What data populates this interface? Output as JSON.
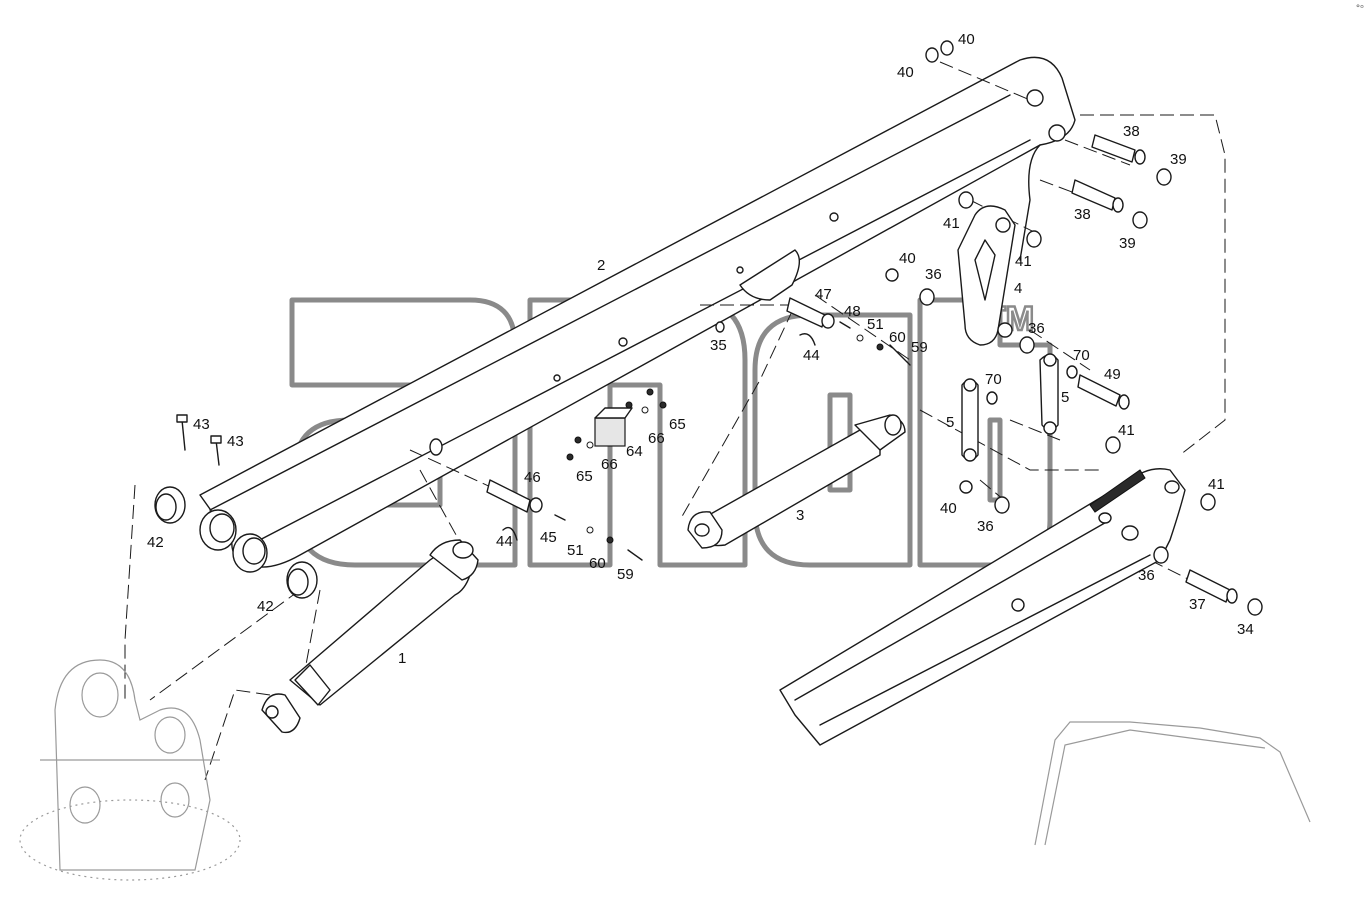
{
  "watermark": {
    "tm": "TM"
  },
  "corner_glyph": "°ᵒ",
  "callouts": [
    {
      "id": "c40a",
      "text": "40"
    },
    {
      "id": "c40b",
      "text": "40"
    },
    {
      "id": "c38a",
      "text": "38"
    },
    {
      "id": "c39a",
      "text": "39"
    },
    {
      "id": "c38b",
      "text": "38"
    },
    {
      "id": "c39b",
      "text": "39"
    },
    {
      "id": "c41a",
      "text": "41"
    },
    {
      "id": "c41b",
      "text": "41"
    },
    {
      "id": "c40c",
      "text": "40"
    },
    {
      "id": "c36a",
      "text": "36"
    },
    {
      "id": "c4",
      "text": "4"
    },
    {
      "id": "c36b",
      "text": "36"
    },
    {
      "id": "c70a",
      "text": "70"
    },
    {
      "id": "c49",
      "text": "49"
    },
    {
      "id": "c70b",
      "text": "70"
    },
    {
      "id": "c5a",
      "text": "5"
    },
    {
      "id": "c5b",
      "text": "5"
    },
    {
      "id": "c2",
      "text": "2"
    },
    {
      "id": "c47",
      "text": "47"
    },
    {
      "id": "c48",
      "text": "48"
    },
    {
      "id": "c51a",
      "text": "51"
    },
    {
      "id": "c60a",
      "text": "60"
    },
    {
      "id": "c59a",
      "text": "59"
    },
    {
      "id": "c35",
      "text": "35"
    },
    {
      "id": "c44a",
      "text": "44"
    },
    {
      "id": "c43a",
      "text": "43"
    },
    {
      "id": "c43b",
      "text": "43"
    },
    {
      "id": "c65a",
      "text": "65"
    },
    {
      "id": "c66a",
      "text": "66"
    },
    {
      "id": "c64",
      "text": "64"
    },
    {
      "id": "c66b",
      "text": "66"
    },
    {
      "id": "c65b",
      "text": "65"
    },
    {
      "id": "c46",
      "text": "46"
    },
    {
      "id": "c44b",
      "text": "44"
    },
    {
      "id": "c45",
      "text": "45"
    },
    {
      "id": "c51b",
      "text": "51"
    },
    {
      "id": "c60b",
      "text": "60"
    },
    {
      "id": "c59b",
      "text": "59"
    },
    {
      "id": "c42a",
      "text": "42"
    },
    {
      "id": "c42b",
      "text": "42"
    },
    {
      "id": "c1",
      "text": "1"
    },
    {
      "id": "c3",
      "text": "3"
    },
    {
      "id": "c41c",
      "text": "41"
    },
    {
      "id": "c41d",
      "text": "41"
    },
    {
      "id": "c40d",
      "text": "40"
    },
    {
      "id": "c36c",
      "text": "36"
    },
    {
      "id": "c36d",
      "text": "36"
    },
    {
      "id": "c37",
      "text": "37"
    },
    {
      "id": "c34",
      "text": "34"
    }
  ]
}
